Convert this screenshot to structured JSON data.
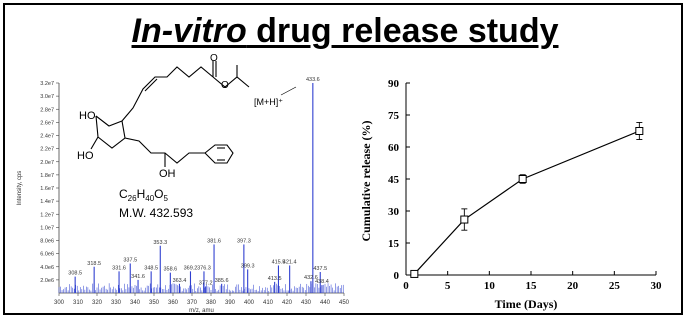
{
  "title": {
    "italic": "In-vitro",
    "rest": " drug release study"
  },
  "molecule": {
    "formula_c": "C",
    "formula_c_sub": "26",
    "formula_h": "H",
    "formula_h_sub": "40",
    "formula_o": "O",
    "formula_o_sub": "5",
    "mw": "M.W. 432.593",
    "labels": {
      "ho1": "HO",
      "ho2": "HO",
      "oh": "OH",
      "o1": "O",
      "o2": "O"
    }
  },
  "chart_data": [
    {
      "type": "bar",
      "ion_label": "[M+H]⁺",
      "xlabel": "m/z, amu",
      "ylabel": "Intensity, cps",
      "xlim": [
        300,
        450
      ],
      "ylim": [
        0,
        3.2
      ],
      "x_ticks": [
        "300",
        "310",
        "320",
        "330",
        "340",
        "350",
        "360",
        "370",
        "380",
        "390",
        "400",
        "410",
        "420",
        "430",
        "440",
        "450"
      ],
      "y_ticks": [
        "2.0e6",
        "4.0e6",
        "6.0e6",
        "8.0e6",
        "1.0e7",
        "1.2e7",
        "1.4e7",
        "1.6e7",
        "1.8e7",
        "2.0e7",
        "2.2e7",
        "2.4e7",
        "2.6e7",
        "2.8e7",
        "3.0e7",
        "3.2e7"
      ],
      "peaks": [
        {
          "x": 308.5,
          "y": 0.25,
          "label": "308.5"
        },
        {
          "x": 318.5,
          "y": 0.4,
          "label": "318.5"
        },
        {
          "x": 331.6,
          "y": 0.33,
          "label": "331.6"
        },
        {
          "x": 337.5,
          "y": 0.45,
          "label": "337.5"
        },
        {
          "x": 341.6,
          "y": 0.2,
          "label": "341.6"
        },
        {
          "x": 348.5,
          "y": 0.33,
          "label": "348.5"
        },
        {
          "x": 353.3,
          "y": 0.72,
          "label": "353.3"
        },
        {
          "x": 358.6,
          "y": 0.31,
          "label": "358.6"
        },
        {
          "x": 363.4,
          "y": 0.14,
          "label": "363.4"
        },
        {
          "x": 369.2,
          "y": 0.33,
          "label": "369.2"
        },
        {
          "x": 376.3,
          "y": 0.33,
          "label": "376.3"
        },
        {
          "x": 377.2,
          "y": 0.1,
          "label": "377.2"
        },
        {
          "x": 381.6,
          "y": 0.74,
          "label": "381.6"
        },
        {
          "x": 385.6,
          "y": 0.14,
          "label": "385.6"
        },
        {
          "x": 397.3,
          "y": 0.74,
          "label": "397.3"
        },
        {
          "x": 399.3,
          "y": 0.36,
          "label": "399.3"
        },
        {
          "x": 413.5,
          "y": 0.17,
          "label": "413.5"
        },
        {
          "x": 415.5,
          "y": 0.42,
          "label": "415.5"
        },
        {
          "x": 421.4,
          "y": 0.42,
          "label": "421.4"
        },
        {
          "x": 432.6,
          "y": 0.18,
          "label": "432.6"
        },
        {
          "x": 433.6,
          "y": 3.2,
          "label": "433.6"
        },
        {
          "x": 437.5,
          "y": 0.32,
          "label": "437.5"
        },
        {
          "x": 438.4,
          "y": 0.12,
          "label": "438.4"
        }
      ]
    },
    {
      "type": "line",
      "xlabel": "Time (Days)",
      "ylabel": "Cumulative release (%)",
      "xlim": [
        0,
        30
      ],
      "ylim": [
        0,
        90
      ],
      "x_ticks": [
        0,
        5,
        10,
        15,
        20,
        25,
        30
      ],
      "y_ticks": [
        0,
        15,
        30,
        45,
        60,
        75,
        90
      ],
      "grid": false,
      "series": [
        {
          "points": [
            {
              "x": 1,
              "y": 0.5,
              "err": 1
            },
            {
              "x": 7,
              "y": 26,
              "err": 5
            },
            {
              "x": 14,
              "y": 45,
              "err": 2
            },
            {
              "x": 28,
              "y": 67.5,
              "err": 4
            }
          ]
        }
      ]
    }
  ]
}
